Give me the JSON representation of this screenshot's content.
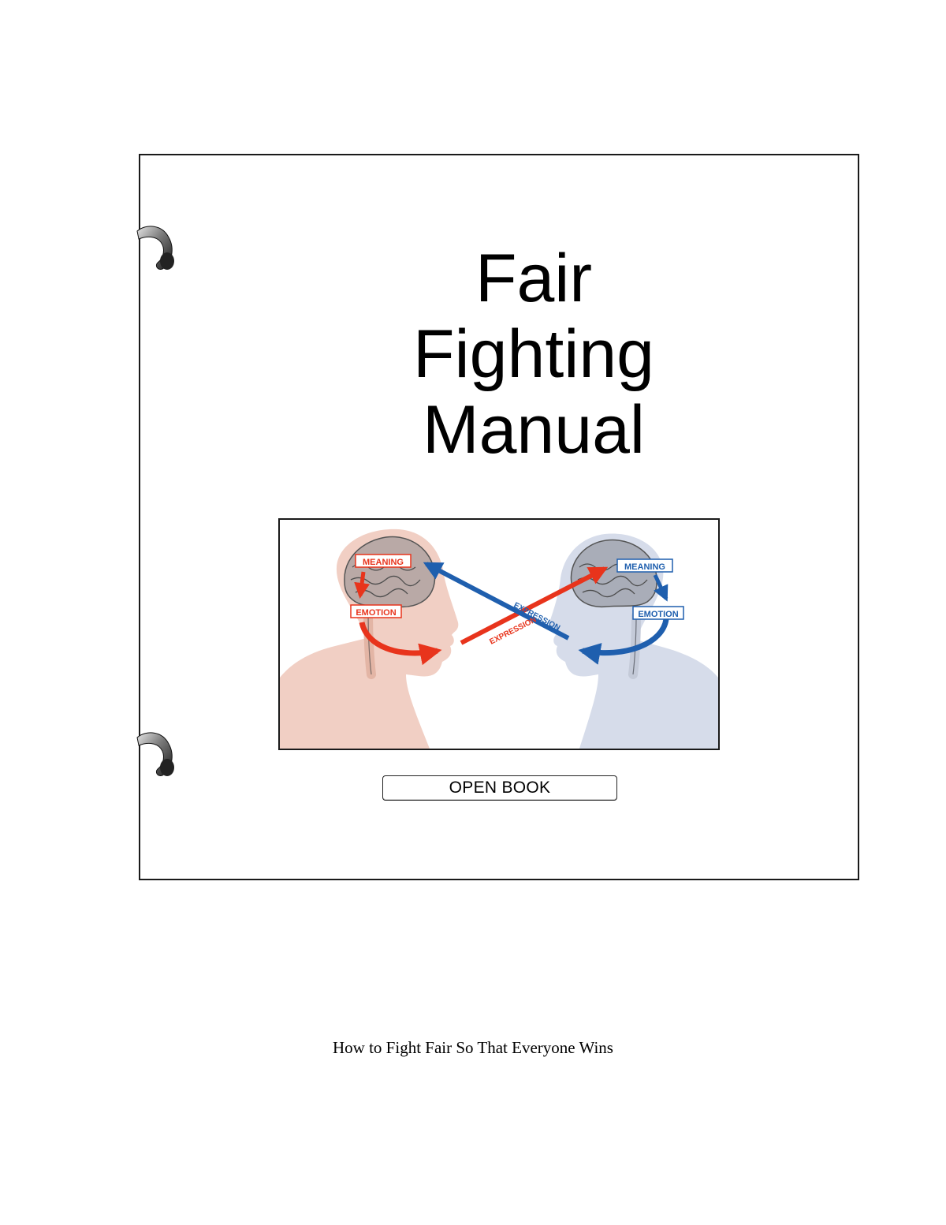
{
  "cover": {
    "title_lines": [
      "Fair",
      "Fighting",
      "Manual"
    ],
    "open_button_label": "OPEN BOOK"
  },
  "illustration": {
    "left_person": {
      "meaning_label": "MEANING",
      "emotion_label": "EMOTION",
      "expression_label": "EXPRESSION",
      "color": "#e8341c"
    },
    "right_person": {
      "meaning_label": "MEANING",
      "emotion_label": "EMOTION",
      "expression_label": "EXPRESSION",
      "color": "#1f5fae"
    }
  },
  "document": {
    "subtitle": "How to Fight Fair So That Everyone Wins"
  }
}
